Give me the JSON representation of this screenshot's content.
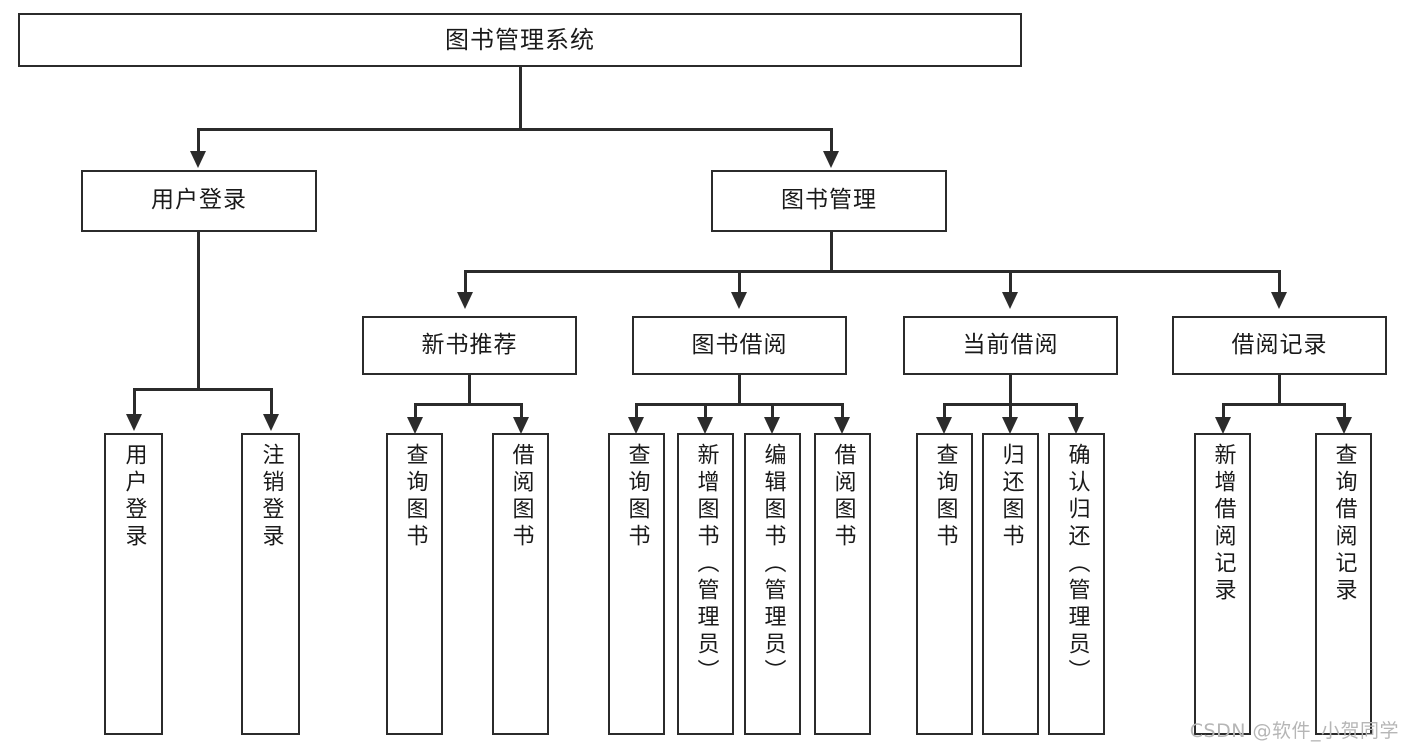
{
  "diagram": {
    "type": "tree-hierarchy-chart",
    "root": {
      "label": "图书管理系统"
    },
    "level2": [
      {
        "label": "用户登录"
      },
      {
        "label": "图书管理"
      }
    ],
    "level3": [
      {
        "label": "新书推荐"
      },
      {
        "label": "图书借阅"
      },
      {
        "label": "当前借阅"
      },
      {
        "label": "借阅记录"
      }
    ],
    "leaves": {
      "user_login": [
        {
          "label": "用户登录"
        },
        {
          "label": "注销登录"
        }
      ],
      "new_book_recommend": [
        {
          "label": "查询图书"
        },
        {
          "label": "借阅图书"
        }
      ],
      "book_borrow": [
        {
          "label": "查询图书"
        },
        {
          "label": "新增图书（管理员）"
        },
        {
          "label": "编辑图书（管理员）"
        },
        {
          "label": "借阅图书"
        }
      ],
      "current_borrow": [
        {
          "label": "查询图书"
        },
        {
          "label": "归还图书"
        },
        {
          "label": "确认归还（管理员）"
        }
      ],
      "borrow_record": [
        {
          "label": "新增借阅记录"
        },
        {
          "label": "查询借阅记录"
        }
      ]
    }
  },
  "watermark": {
    "text": "CSDN @软件_小贺同学"
  },
  "colors": {
    "box_border": "#2b2b2b",
    "box_fill": "#ffffff",
    "text": "#1a1a1a",
    "connector": "#2b2b2b",
    "watermark": "#b6b6b6"
  }
}
